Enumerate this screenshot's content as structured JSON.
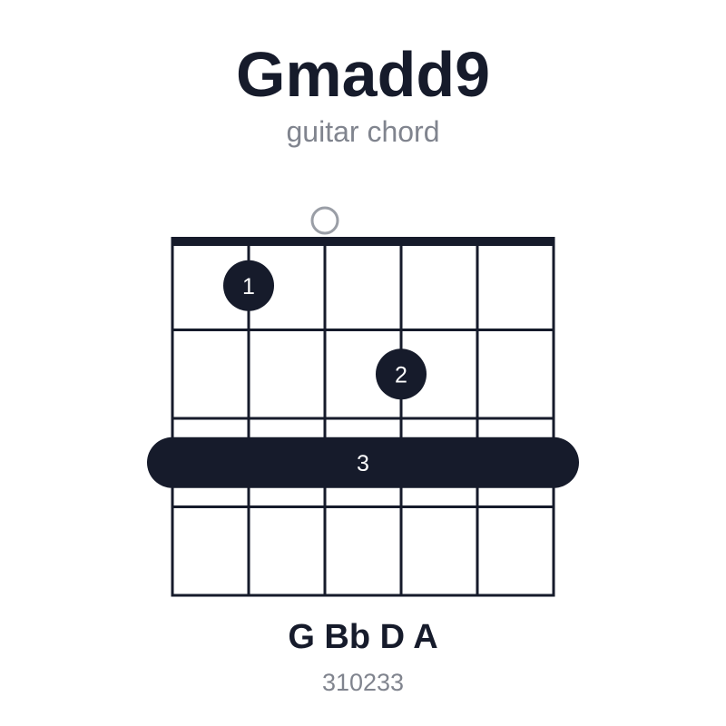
{
  "chord": {
    "name": "Gmadd9",
    "subtitle": "guitar chord",
    "notes": "G Bb D A",
    "fingering": "310233"
  },
  "diagram": {
    "strings": 6,
    "frets": 4,
    "open_strings": [
      3
    ],
    "dots": [
      {
        "string": 2,
        "fret": 1,
        "finger": "1"
      },
      {
        "string": 4,
        "fret": 2,
        "finger": "2"
      }
    ],
    "barre": {
      "fret": 3,
      "from_string": 1,
      "to_string": 6,
      "finger": "3"
    },
    "colors": {
      "ink": "#161b2b",
      "open_marker": "#9a9ea6",
      "finger_text": "#ffffff"
    }
  }
}
